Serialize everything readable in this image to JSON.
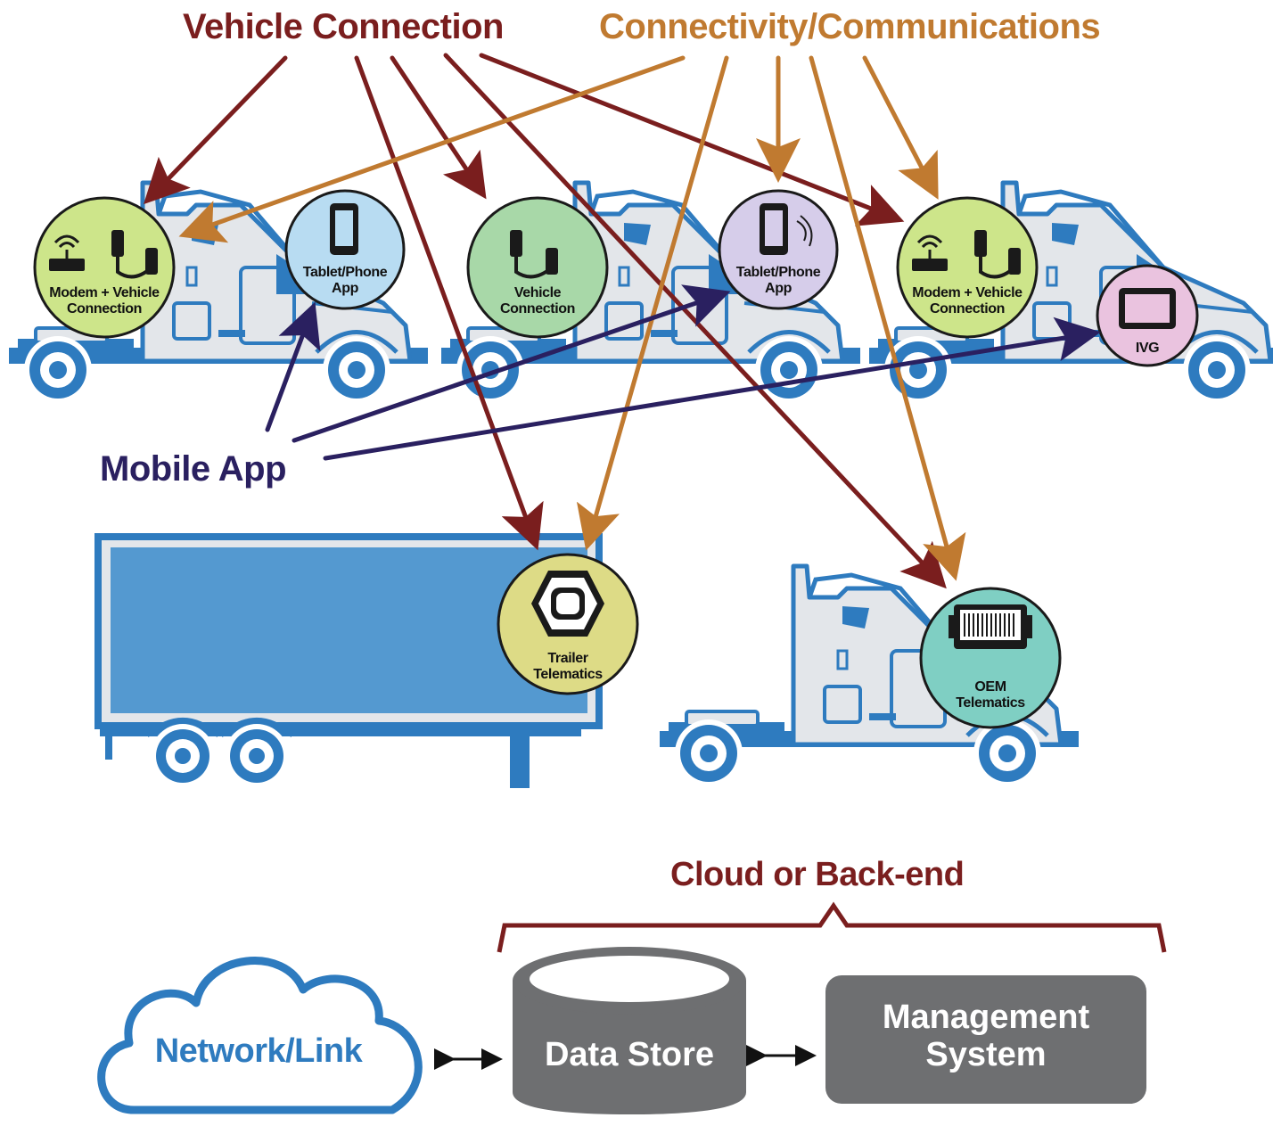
{
  "labels": {
    "vehicle_connection": "Vehicle Connection",
    "connectivity": "Connectivity/Communications",
    "mobile_app": "Mobile App",
    "cloud_backend": "Cloud or Back-end"
  },
  "badges": {
    "truck1_modem": [
      "Modem + Vehicle",
      "Connection"
    ],
    "truck1_tablet": [
      "Tablet/Phone",
      "App"
    ],
    "truck2_vehicle": [
      "Vehicle",
      "Connection"
    ],
    "truck2_tablet": [
      "Tablet/Phone",
      "App"
    ],
    "truck3_modem": [
      "Modem + Vehicle",
      "Connection"
    ],
    "truck3_ivg": [
      "IVG"
    ],
    "trailer": [
      "Trailer",
      "Telematics"
    ],
    "oem": [
      "OEM",
      "Telematics"
    ]
  },
  "backend": {
    "network": "Network/Link",
    "data_store": "Data Store",
    "management": [
      "Management",
      "System"
    ]
  },
  "colors": {
    "truck_blue": "#2e7bbf",
    "truck_fill": "#e3e6ea",
    "trailer_fill": "#5499d0",
    "vehicle_arrow": "#7a1e1e",
    "connectivity_arrow": "#c07a30",
    "mobile_arrow": "#2a2060",
    "badge_green": "#cde58a",
    "badge_mint": "#a8d8a8",
    "badge_blue": "#b8dcf2",
    "badge_lavender": "#d6cdea",
    "badge_pink": "#eac3df",
    "badge_yellow": "#dddb86",
    "badge_teal": "#7fcfc3",
    "box_gray": "#6e6f71"
  }
}
